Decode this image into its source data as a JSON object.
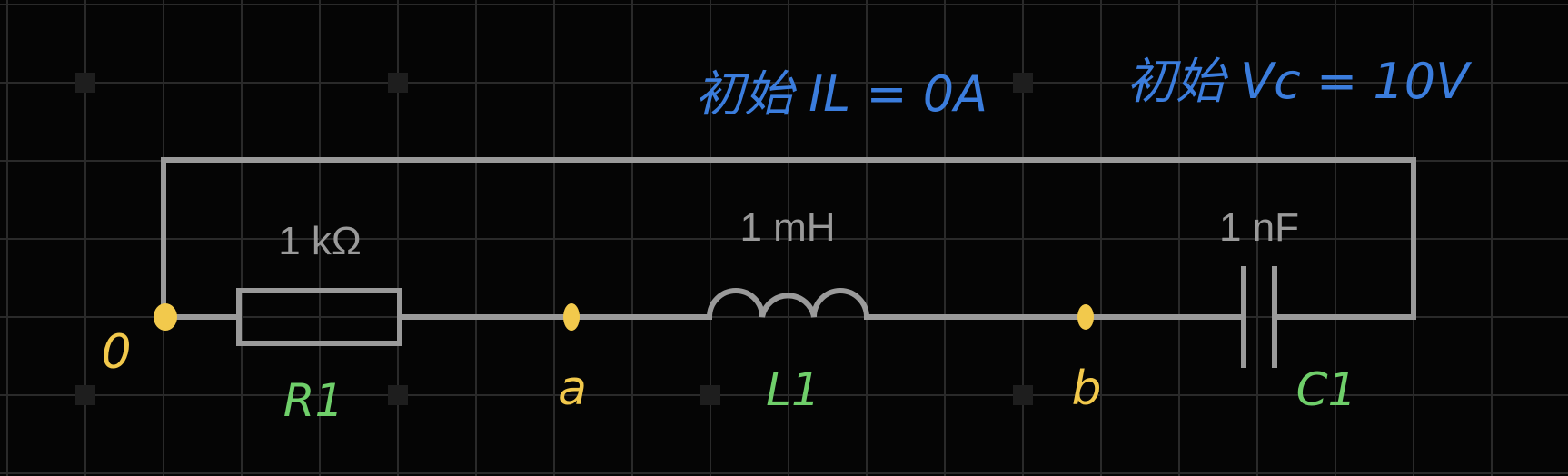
{
  "components": [
    {
      "ref": "R1",
      "value": "1 kΩ",
      "label_color": "#6fcf6a"
    },
    {
      "ref": "L1",
      "value": "1 mH",
      "label_color": "#6fcf6a"
    },
    {
      "ref": "C1",
      "value": "1 nF",
      "label_color": "#6fcf6a"
    }
  ],
  "nodes": [
    {
      "name": "0"
    },
    {
      "name": "a"
    },
    {
      "name": "b"
    }
  ],
  "notes": {
    "inductor_initial": "初始 IL = 0A",
    "capacitor_initial": "初始 Vc = 10V"
  },
  "colors": {
    "background": "#050505",
    "grid": "#2a2a2a",
    "wire": "#9a9a9a",
    "node_dot": "#f2c94c",
    "node_label": "#f2c94c",
    "component_label": "#6fcf6a",
    "note": "#3b7ddd"
  }
}
